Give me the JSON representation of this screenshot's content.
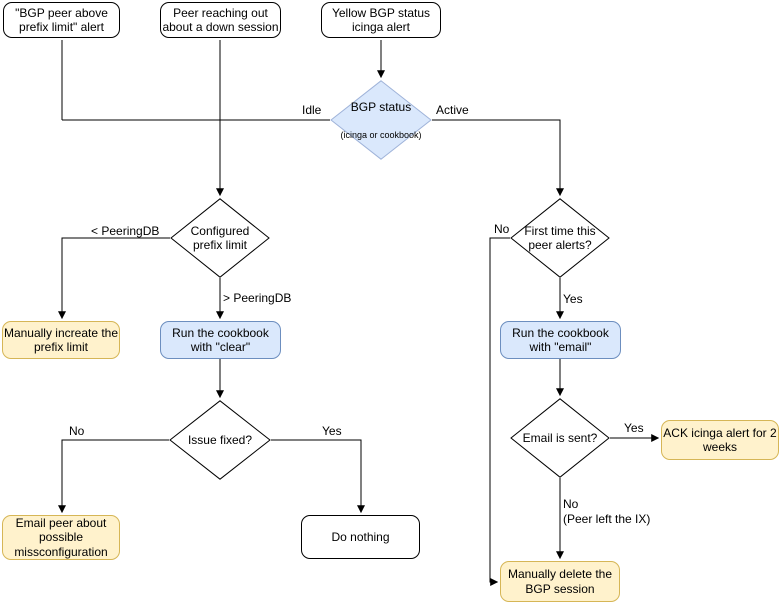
{
  "diagram": {
    "nodes": {
      "alert_prefix_limit": "\"BGP peer above\nprefix limit\" alert",
      "alert_peer_reachout": "Peer reaching out\nabout a down session",
      "alert_yellow_icinga": "Yellow BGP status\nicinga alert",
      "bgp_status": {
        "title": "BGP status",
        "subtitle": "(icinga or cookbook)"
      },
      "configured_prefix_limit": "Configured\nprefix limit",
      "increase_prefix_limit": "Manually increate the\nprefix limit",
      "run_cookbook_clear": "Run the cookbook\nwith \"clear\"",
      "issue_fixed": "Issue fixed?",
      "email_peer": "Email peer about\npossible\nmissconfiguration",
      "do_nothing": "Do nothing",
      "first_time_alerts": "First time this\npeer alerts?",
      "run_cookbook_email": "Run the cookbook\nwith \"email\"",
      "email_sent": "Email is sent?",
      "ack_icinga": "ACK icinga alert for 2\nweeks",
      "delete_bgp_session": "Manually delete the\nBGP session"
    },
    "edge_labels": {
      "idle": "Idle",
      "active": "Active",
      "less_peeringdb": "< PeeringDB",
      "greater_peeringdb": "> PeeringDB",
      "issue_no": "No",
      "issue_yes": "Yes",
      "first_time_no": "No",
      "first_time_yes": "Yes",
      "email_sent_yes": "Yes",
      "email_sent_no": "No\n(Peer left the IX)"
    },
    "colors": {
      "background": "#ffffff",
      "line": "#000000",
      "text": "#000000",
      "yellow_fill": "#fff2cc",
      "yellow_border": "#d6b656",
      "blue_fill": "#dae8fc",
      "blue_border": "#6c8ebf",
      "diamond_border": "#9fb3d9"
    }
  }
}
